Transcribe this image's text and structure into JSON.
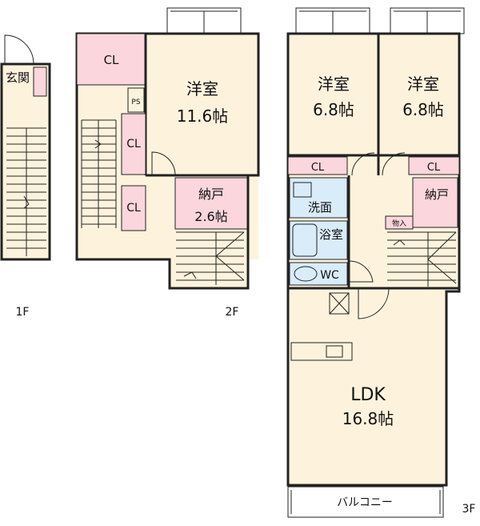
{
  "floors": {
    "f1": {
      "label": "1F",
      "rooms": {
        "genkan": "玄関"
      }
    },
    "f2": {
      "label": "2F",
      "rooms": {
        "cl_top": "CL",
        "ps": "PS",
        "cl_mid": "CL",
        "cl_low": "CL",
        "bedroom_name": "洋室",
        "bedroom_size": "11.6帖",
        "storage_name": "納戸",
        "storage_size": "2.6帖"
      }
    },
    "f3": {
      "label": "3F",
      "rooms": {
        "bedroom_a_name": "洋室",
        "bedroom_a_size": "6.8帖",
        "bedroom_b_name": "洋室",
        "bedroom_b_size": "6.8帖",
        "cl_a": "CL",
        "cl_b": "CL",
        "washroom": "洗面",
        "bath": "浴室",
        "wc": "WC",
        "storage": "納戸",
        "closet_small": "物入",
        "ldk_name": "LDK",
        "ldk_size": "16.8帖",
        "balcony": "バルコニー"
      }
    }
  },
  "colors": {
    "floor": "#fdf3dd",
    "closet": "#fbd6dc",
    "wet_area": "#d9ecfa",
    "wall": "#222222"
  }
}
